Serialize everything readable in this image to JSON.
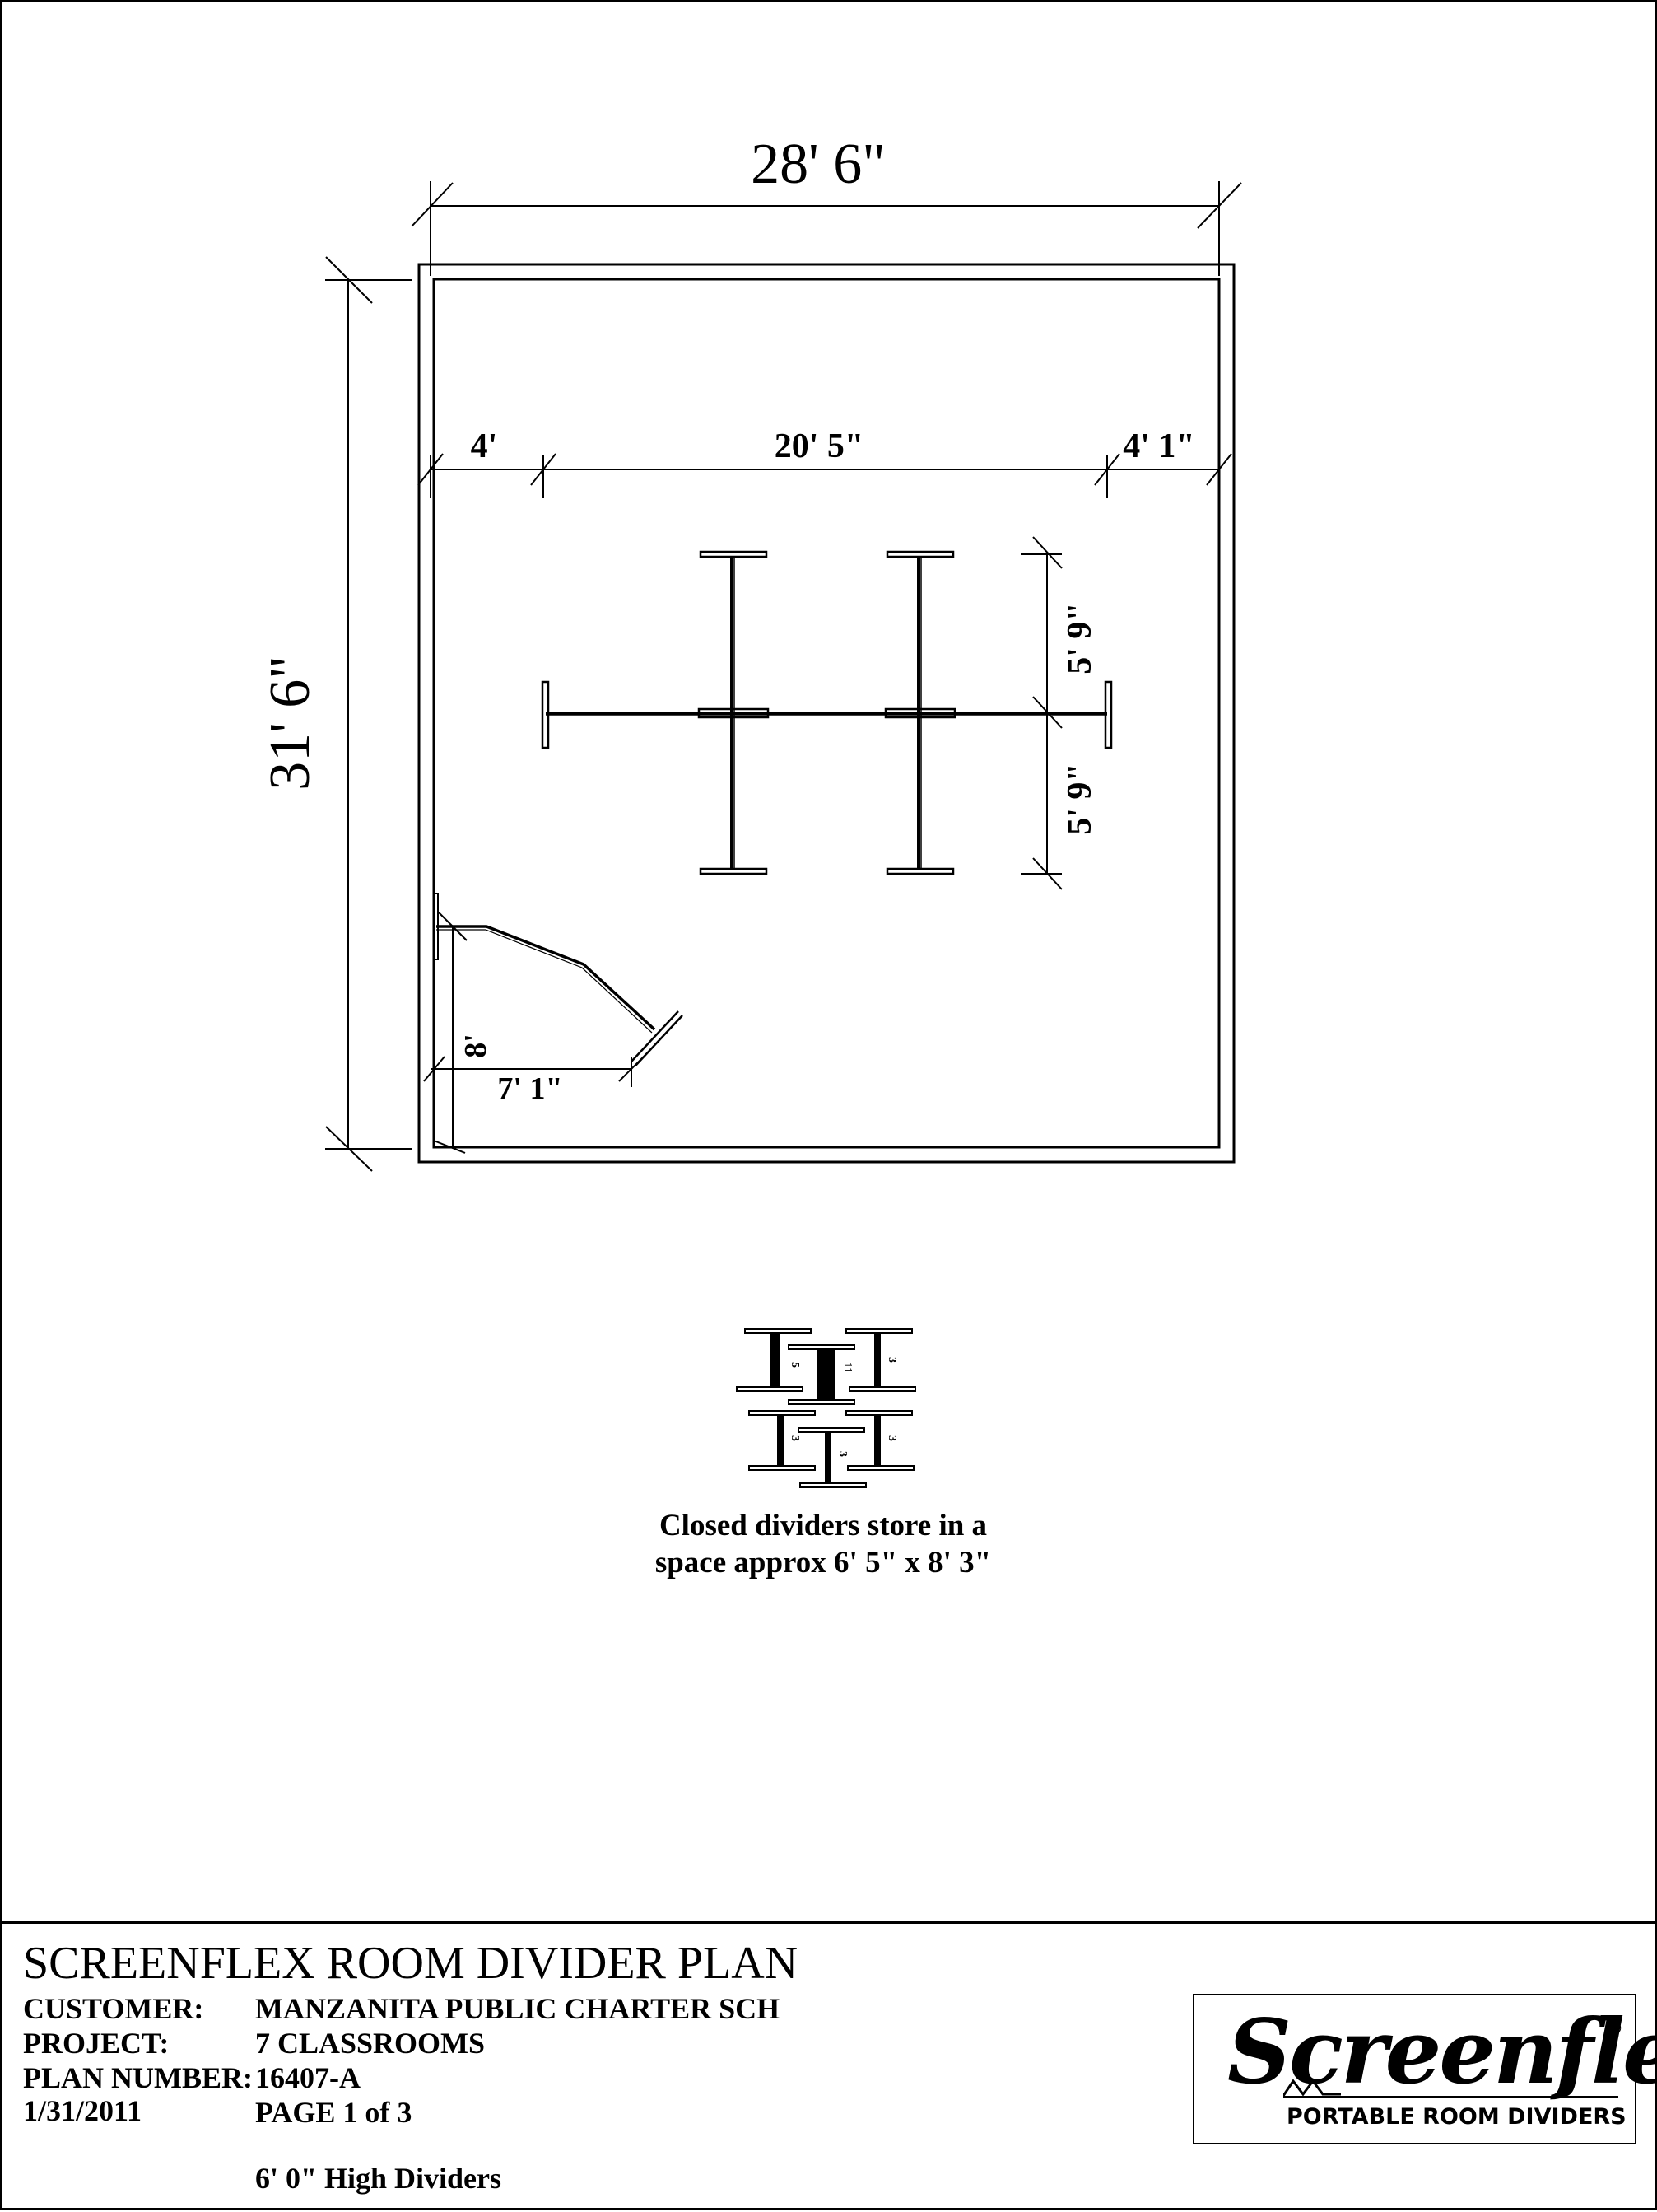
{
  "plan": {
    "dims": {
      "width": "28' 6\"",
      "height": "31' 6\"",
      "left_offset": "4'",
      "middle_span": "20' 5\"",
      "right_offset": "4' 1\"",
      "upper_half": "5' 9\"",
      "lower_half": "5' 9\"",
      "small_height": "8'",
      "small_width": "7' 1\""
    },
    "storage_counts": [
      "5",
      "11",
      "3",
      "3",
      "3",
      "3"
    ],
    "note_line1": "Closed dividers store in a",
    "note_line2": "space approx 6' 5\" x 8' 3\""
  },
  "title_block": {
    "title": "SCREENFLEX ROOM DIVIDER PLAN",
    "customer_label": "CUSTOMER:",
    "customer_value": "MANZANITA PUBLIC CHARTER SCH",
    "project_label": "PROJECT:",
    "project_value": "7 CLASSROOMS",
    "plan_number_label": "PLAN NUMBER:",
    "plan_number_value": "16407-A",
    "date": "1/31/2011",
    "page": "PAGE 1 of 3",
    "height_note": "6' 0\" High Dividers"
  },
  "logo": {
    "brand": "Screenflex",
    "registered": "®",
    "tagline": "PORTABLE ROOM DIVIDERS"
  }
}
